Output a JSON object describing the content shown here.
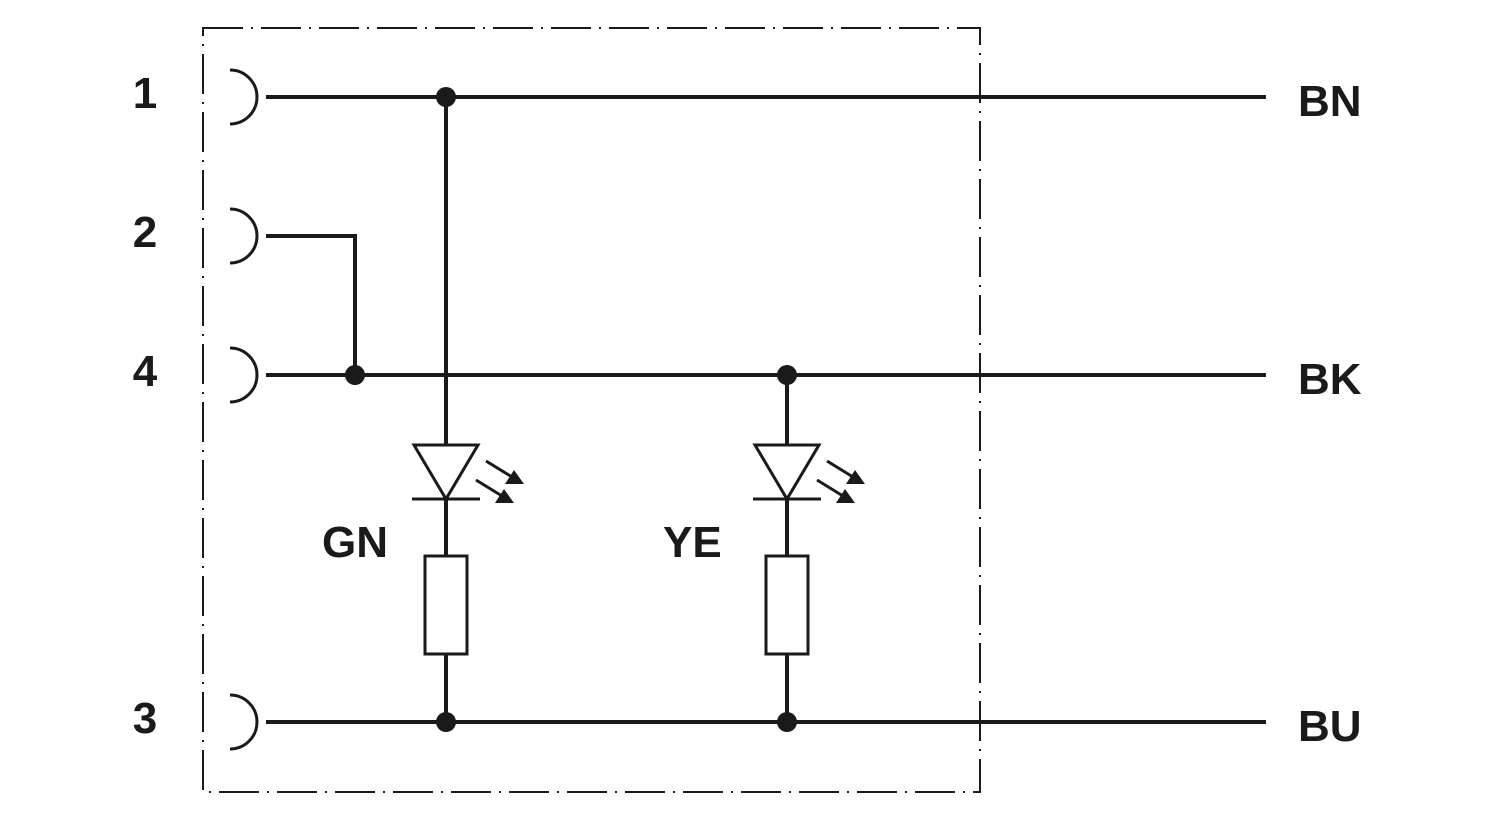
{
  "pins": {
    "pin1": "1",
    "pin2": "2",
    "pin4": "4",
    "pin3": "3"
  },
  "wires": {
    "top": "BN",
    "middle": "BK",
    "bottom": "BU"
  },
  "leds": {
    "left": "GN",
    "right": "YE"
  }
}
